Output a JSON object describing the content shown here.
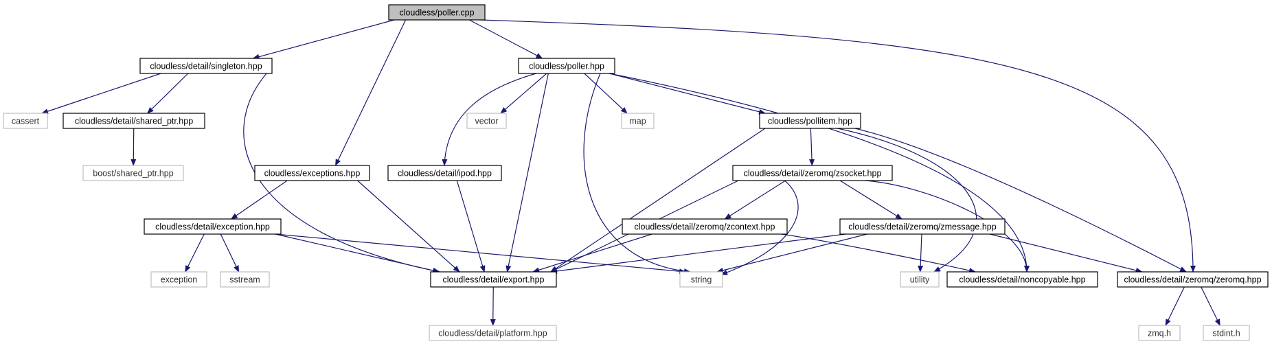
{
  "colors": {
    "edge": "#191970",
    "root_fill": "#bfbfbf",
    "node_border": "#000000",
    "external_border": "#bfbfbf",
    "fill": "#ffffff"
  },
  "nodes": [
    {
      "id": "poller_cpp",
      "label": "cloudless/poller.cpp",
      "kind": "root"
    },
    {
      "id": "singleton",
      "label": "cloudless/detail/singleton.hpp",
      "kind": "file"
    },
    {
      "id": "exceptions",
      "label": "cloudless/exceptions.hpp",
      "kind": "file"
    },
    {
      "id": "poller_hpp",
      "label": "cloudless/poller.hpp",
      "kind": "file"
    },
    {
      "id": "cassert",
      "label": "cassert",
      "kind": "external"
    },
    {
      "id": "shared_ptr",
      "label": "cloudless/detail/shared_ptr.hpp",
      "kind": "file"
    },
    {
      "id": "boost_shared_ptr",
      "label": "boost/shared_ptr.hpp",
      "kind": "external"
    },
    {
      "id": "vector",
      "label": "vector",
      "kind": "external"
    },
    {
      "id": "map",
      "label": "map",
      "kind": "external"
    },
    {
      "id": "pollitem",
      "label": "cloudless/pollitem.hpp",
      "kind": "file"
    },
    {
      "id": "ipod",
      "label": "cloudless/detail/ipod.hpp",
      "kind": "file"
    },
    {
      "id": "zsocket",
      "label": "cloudless/detail/zeromq/zsocket.hpp",
      "kind": "file"
    },
    {
      "id": "exception",
      "label": "cloudless/detail/exception.hpp",
      "kind": "file"
    },
    {
      "id": "zcontext",
      "label": "cloudless/detail/zeromq/zcontext.hpp",
      "kind": "file"
    },
    {
      "id": "zmessage",
      "label": "cloudless/detail/zeromq/zmessage.hpp",
      "kind": "file"
    },
    {
      "id": "exception_std",
      "label": "exception",
      "kind": "external"
    },
    {
      "id": "sstream",
      "label": "sstream",
      "kind": "external"
    },
    {
      "id": "export",
      "label": "cloudless/detail/export.hpp",
      "kind": "file"
    },
    {
      "id": "string",
      "label": "string",
      "kind": "external"
    },
    {
      "id": "utility",
      "label": "utility",
      "kind": "external"
    },
    {
      "id": "noncopyable",
      "label": "cloudless/detail/noncopyable.hpp",
      "kind": "file"
    },
    {
      "id": "zeromq",
      "label": "cloudless/detail/zeromq/zeromq.hpp",
      "kind": "file"
    },
    {
      "id": "platform",
      "label": "cloudless/detail/platform.hpp",
      "kind": "external"
    },
    {
      "id": "zmq_h",
      "label": "zmq.h",
      "kind": "external"
    },
    {
      "id": "stdint_h",
      "label": "stdint.h",
      "kind": "external"
    }
  ],
  "edges": [
    {
      "from": "poller_cpp",
      "to": "singleton"
    },
    {
      "from": "poller_cpp",
      "to": "exceptions"
    },
    {
      "from": "poller_cpp",
      "to": "poller_hpp"
    },
    {
      "from": "poller_cpp",
      "to": "zeromq"
    },
    {
      "from": "singleton",
      "to": "cassert"
    },
    {
      "from": "singleton",
      "to": "shared_ptr"
    },
    {
      "from": "singleton",
      "to": "export"
    },
    {
      "from": "shared_ptr",
      "to": "boost_shared_ptr"
    },
    {
      "from": "exceptions",
      "to": "exception"
    },
    {
      "from": "exceptions",
      "to": "export"
    },
    {
      "from": "exception",
      "to": "exception_std"
    },
    {
      "from": "exception",
      "to": "sstream"
    },
    {
      "from": "exception",
      "to": "export"
    },
    {
      "from": "exception",
      "to": "string"
    },
    {
      "from": "poller_hpp",
      "to": "ipod"
    },
    {
      "from": "poller_hpp",
      "to": "vector"
    },
    {
      "from": "poller_hpp",
      "to": "export"
    },
    {
      "from": "poller_hpp",
      "to": "string"
    },
    {
      "from": "poller_hpp",
      "to": "map"
    },
    {
      "from": "poller_hpp",
      "to": "pollitem"
    },
    {
      "from": "poller_hpp",
      "to": "noncopyable"
    },
    {
      "from": "ipod",
      "to": "export"
    },
    {
      "from": "pollitem",
      "to": "export"
    },
    {
      "from": "pollitem",
      "to": "zsocket"
    },
    {
      "from": "pollitem",
      "to": "utility"
    },
    {
      "from": "pollitem",
      "to": "zeromq"
    },
    {
      "from": "zsocket",
      "to": "export"
    },
    {
      "from": "zsocket",
      "to": "zcontext"
    },
    {
      "from": "zsocket",
      "to": "string"
    },
    {
      "from": "zsocket",
      "to": "zmessage"
    },
    {
      "from": "zsocket",
      "to": "noncopyable"
    },
    {
      "from": "zcontext",
      "to": "export"
    },
    {
      "from": "zcontext",
      "to": "noncopyable"
    },
    {
      "from": "zmessage",
      "to": "export"
    },
    {
      "from": "zmessage",
      "to": "string"
    },
    {
      "from": "zmessage",
      "to": "utility"
    },
    {
      "from": "zmessage",
      "to": "zeromq"
    },
    {
      "from": "export",
      "to": "platform"
    },
    {
      "from": "zeromq",
      "to": "zmq_h"
    },
    {
      "from": "zeromq",
      "to": "stdint_h"
    }
  ]
}
